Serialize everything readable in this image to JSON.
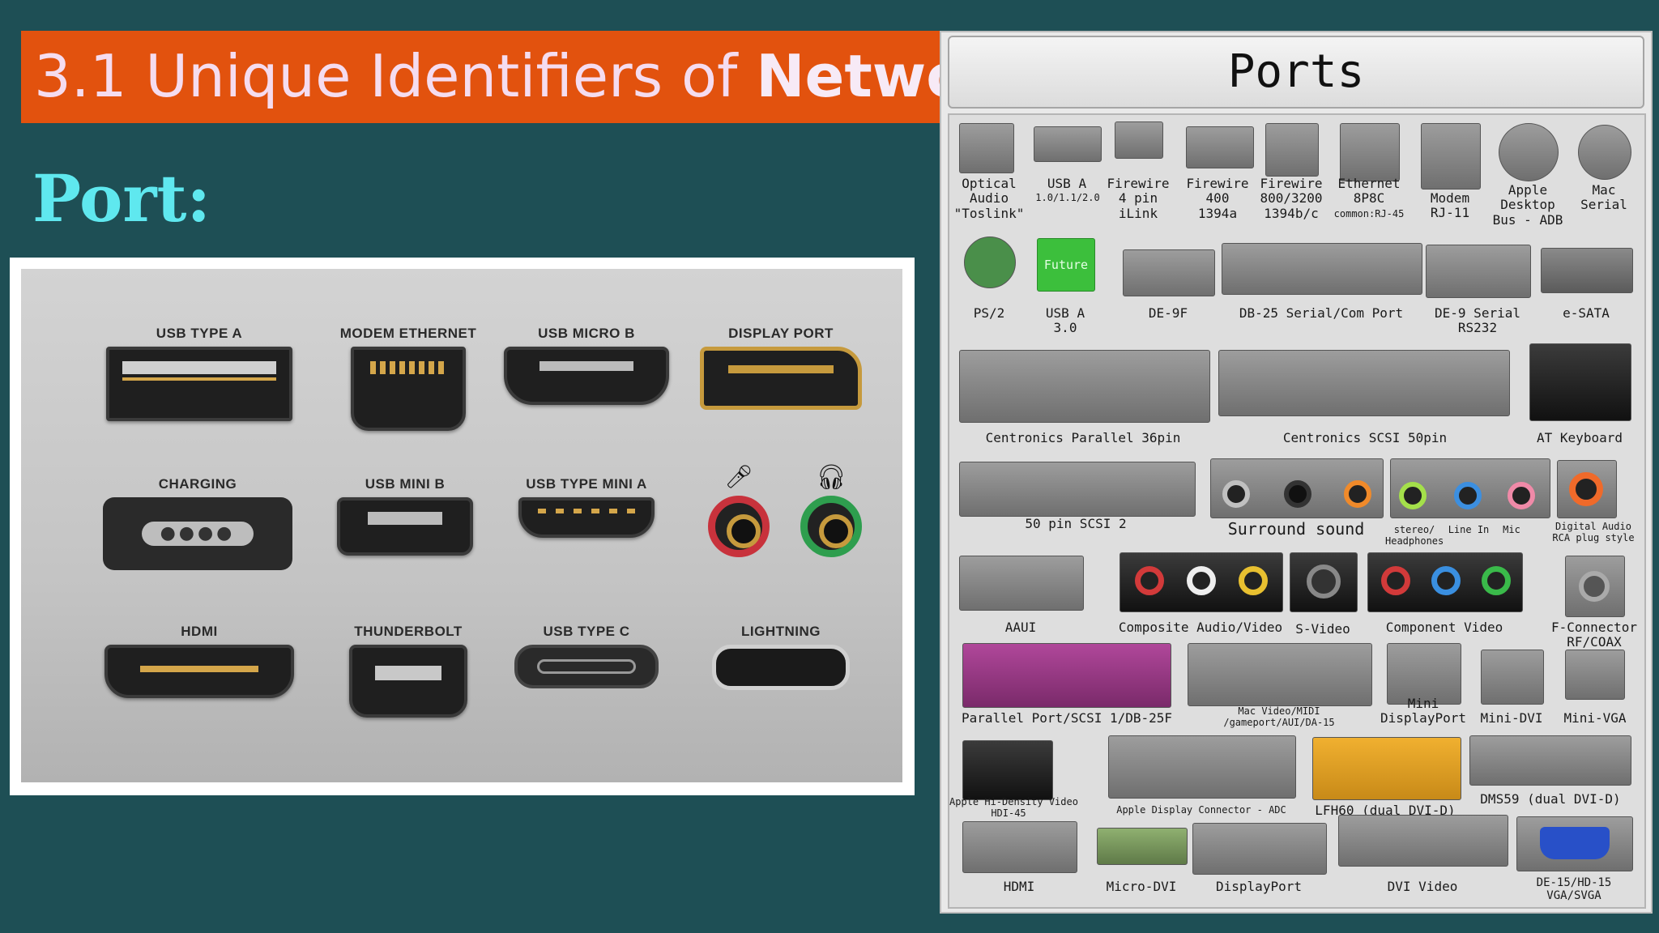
{
  "slide": {
    "title_plain": "3.1 Unique Identifiers of ",
    "title_bold": "Netwo",
    "subtitle": "Port:"
  },
  "left_panel": {
    "labels": [
      "USB TYPE A",
      "MODEM ETHERNET",
      "USB MICRO B",
      "DISPLAY PORT",
      "CHARGING",
      "USB MINI B",
      "USB TYPE MINI A",
      "HDMI",
      "THUNDERBOLT",
      "USB TYPE C",
      "LIGHTNING"
    ],
    "icons": [
      "microphone-icon",
      "headphones-icon"
    ],
    "colors": {
      "mic_ring": "#c8323c",
      "headphone_ring": "#2e9e4e"
    }
  },
  "right_panel": {
    "title": "Ports",
    "labels": {
      "optical": "Optical\nAudio\n\"Toslink\"",
      "usba": "USB A",
      "usba_ver": "1.0/1.1/2.0",
      "fw4": "Firewire\n4 pin\niLink",
      "fw400": "Firewire\n400\n1394a",
      "fw800": "Firewire\n800/3200\n1394b/c",
      "eth": "Ethernet\n8P8C",
      "eth_sub": "common:RJ-45",
      "modem": "Modem\nRJ-11",
      "adb": "Apple\nDesktop\nBus - ADB",
      "macserial": "Mac\nSerial",
      "ps2": "PS/2",
      "future": "Future",
      "usba3": "USB A\n3.0",
      "de9f": "DE-9F",
      "db25": "DB-25 Serial/Com Port",
      "de9rs": "DE-9 Serial\nRS232",
      "esata": "e-SATA",
      "cent36": "Centronics Parallel 36pin",
      "cent50": "Centronics SCSI 50pin",
      "atkbd": "AT Keyboard",
      "scsi2": "50 pin SCSI 2",
      "surround": "Surround sound",
      "stereo": "stereo/\nHeadphones",
      "linein": "Line In",
      "mic": "Mic",
      "rca": "Digital Audio\nRCA plug style",
      "aaui": "AAUI",
      "composite": "Composite Audio/Video",
      "svideo": "S-Video",
      "component": "Component Video",
      "fconn": "F-Connector\nRF/COAX",
      "parallel": "Parallel Port/SCSI 1/DB-25F",
      "macvideo": "Mac Video/MIDI\n/gameport/AUI/DA-15",
      "minidp": "Mini\nDisplayPort",
      "minidvi": "Mini-DVI",
      "minivga": "Mini-VGA",
      "hdi45": "Apple Hi-Density Video\nHDI-45",
      "adc": "Apple Display Connector - ADC",
      "lfh60": "LFH60 (dual DVI-D)",
      "dms59": "DMS59 (dual DVI-D)",
      "hdmi": "HDMI",
      "microdvi": "Micro-DVI",
      "displayport": "DisplayPort",
      "dvi": "DVI Video",
      "vga": "DE-15/HD-15\nVGA/SVGA"
    }
  }
}
